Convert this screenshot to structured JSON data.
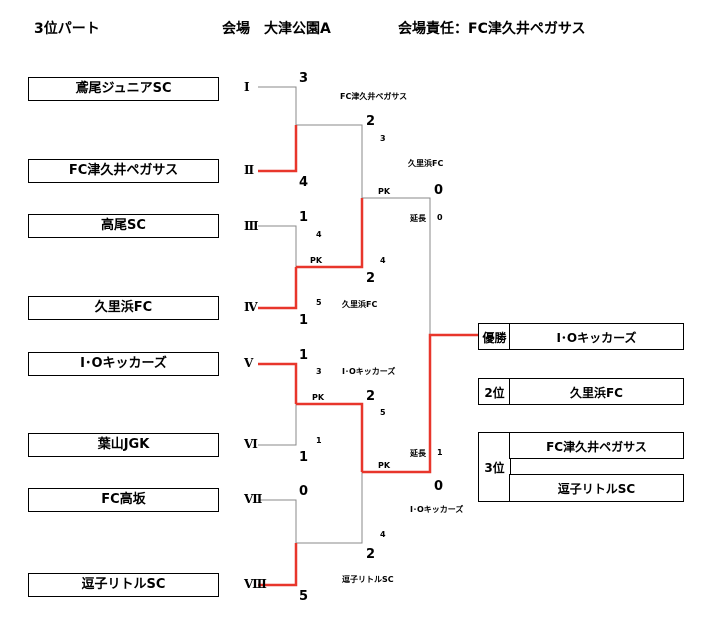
{
  "header": {
    "title": "3位パート",
    "venue": "会場　大津公園A",
    "responsible": "会場責任：FC津久井ペガサス"
  },
  "teams": [
    "鳶尾ジュニアSC",
    "FC津久井ペガサス",
    "高尾SC",
    "久里浜FC",
    "I･Oキッカーズ",
    "葉山JGK",
    "FC高坂",
    "逗子リトルSC"
  ],
  "seeds": [
    "Ⅰ",
    "Ⅱ",
    "Ⅲ",
    "Ⅳ",
    "Ⅴ",
    "Ⅵ",
    "Ⅶ",
    "Ⅷ"
  ],
  "round1": [
    {
      "top": "3",
      "bottom": "4",
      "winner": "FC津久井ペガサス"
    },
    {
      "top": "1",
      "bottom": "1",
      "pk_top": "4",
      "pk_bottom": "5",
      "pk_label": "PK",
      "winner": "久里浜FC"
    },
    {
      "top": "1",
      "bottom": "1",
      "pk_top": "3",
      "pk_bottom": "1",
      "pk_label": "PK",
      "winner": "I･Oキッカーズ"
    },
    {
      "top": "0",
      "bottom": "5",
      "winner": "逗子リトルSC"
    }
  ],
  "round2": [
    {
      "top": "2",
      "bottom": "2",
      "pk_top": "3",
      "pk_bottom": "4",
      "pk_label": "PK",
      "winner": "久里浜FC"
    },
    {
      "top": "2",
      "bottom": "2",
      "pk_top": "5",
      "pk_bottom": "4",
      "pk_label": "PK",
      "winner": "I･Oキッカーズ"
    }
  ],
  "final": {
    "top": "0",
    "bottom": "0",
    "et_label": "延長",
    "et_top": "0",
    "et_bottom": "1",
    "pk_label": "PK",
    "winner": "I･Oキッカーズ"
  },
  "results": {
    "champion_label": "優勝",
    "champion": "I･Oキッカーズ",
    "second_label": "2位",
    "second": "久里浜FC",
    "third_label": "3位",
    "third": [
      "FC津久井ペガサス",
      "逗子リトルSC"
    ]
  },
  "colors": {
    "winner_line": "#e8362b",
    "line": "#888888"
  }
}
